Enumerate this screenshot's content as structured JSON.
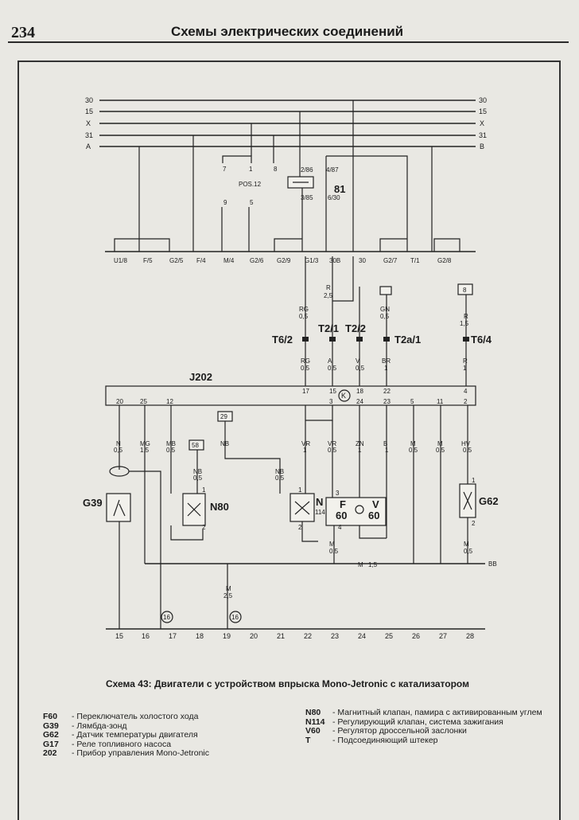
{
  "header": {
    "page_number": "234",
    "title": "Схемы электрических соединений"
  },
  "diagram": {
    "bus_labels": [
      "30",
      "15",
      "X",
      "31",
      "A"
    ],
    "bus_labels_right": [
      "30",
      "15",
      "X",
      "31",
      "B"
    ],
    "relay_pins": [
      "7",
      "1",
      "8",
      "9",
      "5",
      "2/86",
      "4/87",
      "3/85",
      "6/30"
    ],
    "relay_pos": "POS.12",
    "relay_name": "81",
    "panel_terminals": [
      "U1/8",
      "F/5",
      "G2/5",
      "F/4",
      "M/4",
      "G2/6",
      "G2/9",
      "G1/3",
      "30B",
      "30",
      "G2/7",
      "T/1",
      "G2/8"
    ],
    "connector_labels": [
      "T6/2",
      "T2/1",
      "T2/2",
      "T2a/1",
      "T6/4"
    ],
    "fuse_labels": [
      "8",
      "29",
      "58"
    ],
    "ecu_name": "J202",
    "ecu_marker": "K",
    "ecu_pins_top": [
      "17",
      "15",
      "18",
      "22",
      "4"
    ],
    "ecu_pins_bottom": [
      "20",
      "25",
      "12",
      "3",
      "24",
      "23",
      "5",
      "11",
      "2"
    ],
    "wire_codes": [
      "R",
      "2,5",
      "RG",
      "0,5",
      "GN",
      "0,5",
      "R",
      "1,5",
      "RG",
      "0,5",
      "A",
      "0,5",
      "V",
      "0,5",
      "BR",
      "1",
      "R",
      "1",
      "N",
      "0,5",
      "MG",
      "1,5",
      "MB",
      "0,5",
      "NB",
      "0,5",
      "NB",
      "0,5",
      "NB",
      "VR",
      "1",
      "VR",
      "0,5",
      "ZN",
      "1",
      "B",
      "1",
      "M",
      "0,5",
      "M",
      "0,5",
      "HV",
      "0,5",
      "M",
      "0,5",
      "M",
      "1,5",
      "BB",
      "M",
      "2,5",
      "M",
      "0,5"
    ],
    "component_labels": [
      "G39",
      "N80",
      "N",
      "114",
      "F",
      "60",
      "V",
      "60",
      "G62"
    ],
    "component_pins": [
      "1",
      "2",
      "1",
      "2",
      "1",
      "2",
      "3",
      "4",
      "1",
      "2"
    ],
    "ground_markers": [
      "16",
      "16"
    ],
    "ground_numbers": [
      "15",
      "16",
      "17",
      "18",
      "19",
      "20",
      "21",
      "22",
      "23",
      "24",
      "25",
      "26",
      "27",
      "28"
    ]
  },
  "caption": "Схема 43: Двигатели с устройством впрыска Mono-Jetronic с катализатором",
  "legend_left": [
    {
      "code": "F60",
      "desc": "- Переключатель холостого хода"
    },
    {
      "code": "G39",
      "desc": "- Лямбда-зонд"
    },
    {
      "code": "G62",
      "desc": "- Датчик температуры двигателя"
    },
    {
      "code": "G17",
      "desc": "- Реле топливного насоса"
    },
    {
      "code": "202",
      "desc": "- Прибор управления Mono-Jetronic"
    }
  ],
  "legend_right": [
    {
      "code": "N80",
      "desc": "- Магнитный клапан, памира с активированным углем"
    },
    {
      "code": "N114",
      "desc": "- Регулирующий клапан, система зажигания"
    },
    {
      "code": "V60",
      "desc": "- Регулятор дроссельной заслонки"
    },
    {
      "code": "T",
      "desc": "- Подсоединяющий штекер"
    }
  ]
}
